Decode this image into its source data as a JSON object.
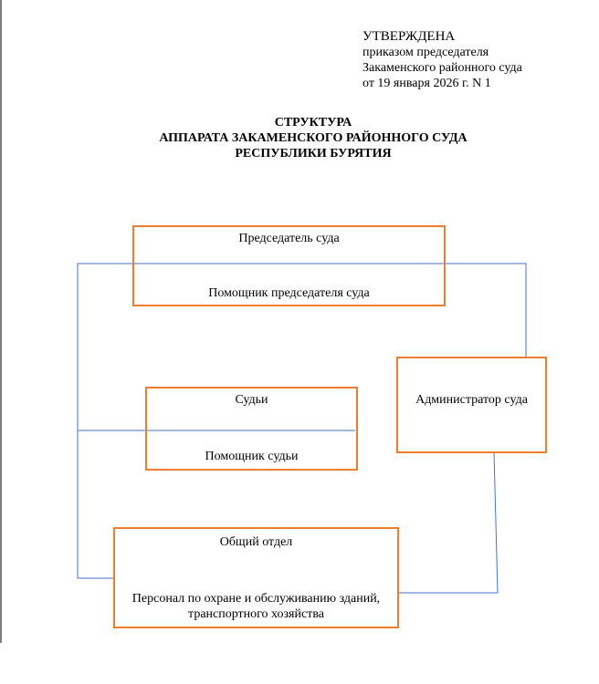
{
  "approval": {
    "line1": "УТВЕРЖДЕНА",
    "line2": "приказом председателя",
    "line3": "Закаменского районного суда",
    "line4": "от 19 января 2026 г.  N 1"
  },
  "title": {
    "line1": "СТРУКТУРА",
    "line2": "АППАРАТА ЗАКАМЕНСКОГО РАЙОННОГО СУДА",
    "line3": "РЕСПУБЛИКИ БУРЯТИЯ"
  },
  "boxes": {
    "chairman": {
      "top": "Председатель суда",
      "bottom": "Помощник  председателя суда"
    },
    "judges": {
      "top": "Судьи",
      "bottom": "Помощник  судьи"
    },
    "administrator": {
      "label": "Администратор  суда"
    },
    "general": {
      "top": "Общий отдел",
      "bottom_line1": "Персонал по охране и обслуживанию  зданий,",
      "bottom_line2": "транспортного  хозяйства"
    }
  },
  "colors": {
    "box_border": "#ed7d31",
    "connector": "#4472c4"
  }
}
